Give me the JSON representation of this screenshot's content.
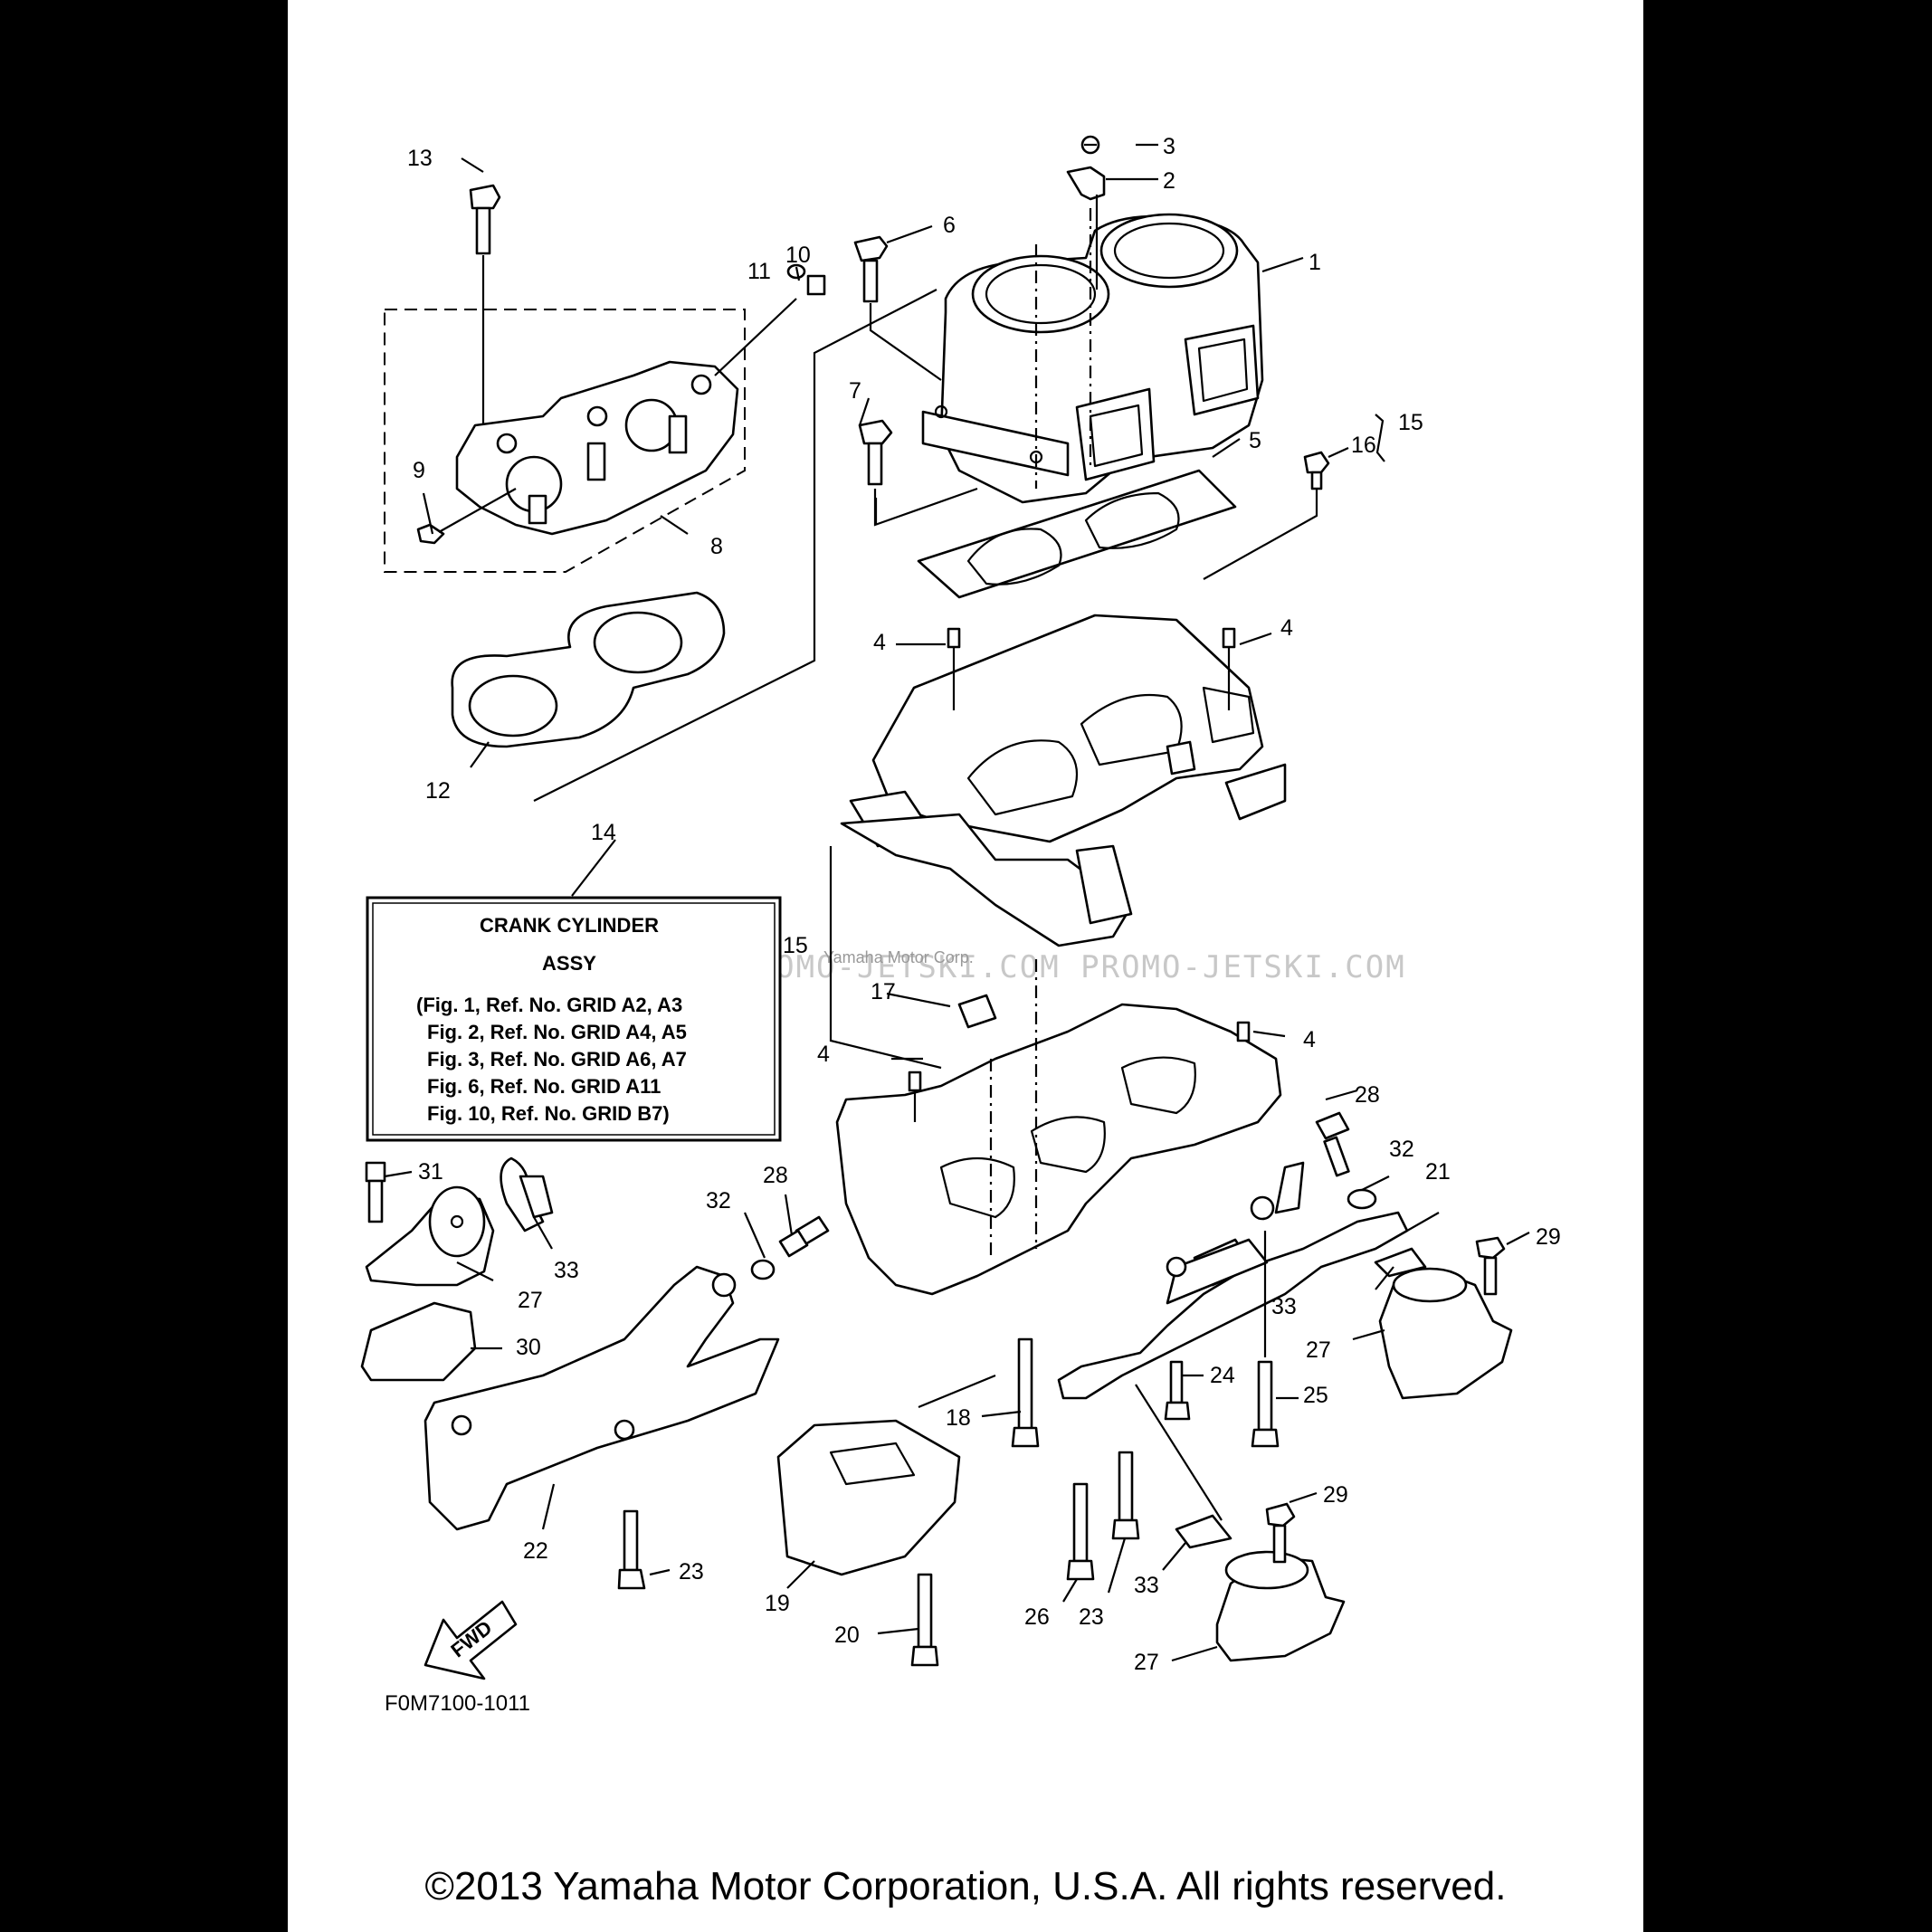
{
  "labels": {
    "l1": "1",
    "l2": "2",
    "l3": "3",
    "l4a": "4",
    "l4b": "4",
    "l4c": "4",
    "l4d": "4",
    "l5": "5",
    "l6": "6",
    "l7": "7",
    "l8": "8",
    "l9": "9",
    "l10": "10",
    "l11": "11",
    "l12": "12",
    "l13": "13",
    "l14": "14",
    "l15a": "15",
    "l15b": "15",
    "l16": "16",
    "l17": "17",
    "l18": "18",
    "l19": "19",
    "l20": "20",
    "l21": "21",
    "l22": "22",
    "l23a": "23",
    "l23b": "23",
    "l24": "24",
    "l25": "25",
    "l26": "26",
    "l27a": "27",
    "l27b": "27",
    "l27c": "27",
    "l28a": "28",
    "l28b": "28",
    "l29a": "29",
    "l29b": "29",
    "l30": "30",
    "l31": "31",
    "l32a": "32",
    "l32b": "32",
    "l33a": "33",
    "l33b": "33",
    "l33c": "33"
  },
  "info_box": {
    "title": "CRANK  CYLINDER",
    "subtitle": "ASSY",
    "lines": [
      "(Fig. 1, Ref. No. GRID A2, A3",
      "Fig. 2, Ref. No. GRID A4, A5",
      "Fig. 3, Ref. No. GRID A6, A7",
      "Fig. 6, Ref. No. GRID A11",
      "Fig. 10, Ref. No.  GRID B7)"
    ]
  },
  "fwd_label": "FWD",
  "drawing_code": "F0M7100-1011",
  "watermark": "JETSKI.COM   PROMO-JETSKI.COM   PROMO-JETSKI.COM",
  "watermark_small": "Yamaha Motor Corp.",
  "copyright": "©2013 Yamaha Motor Corporation, U.S.A. All rights reserved."
}
